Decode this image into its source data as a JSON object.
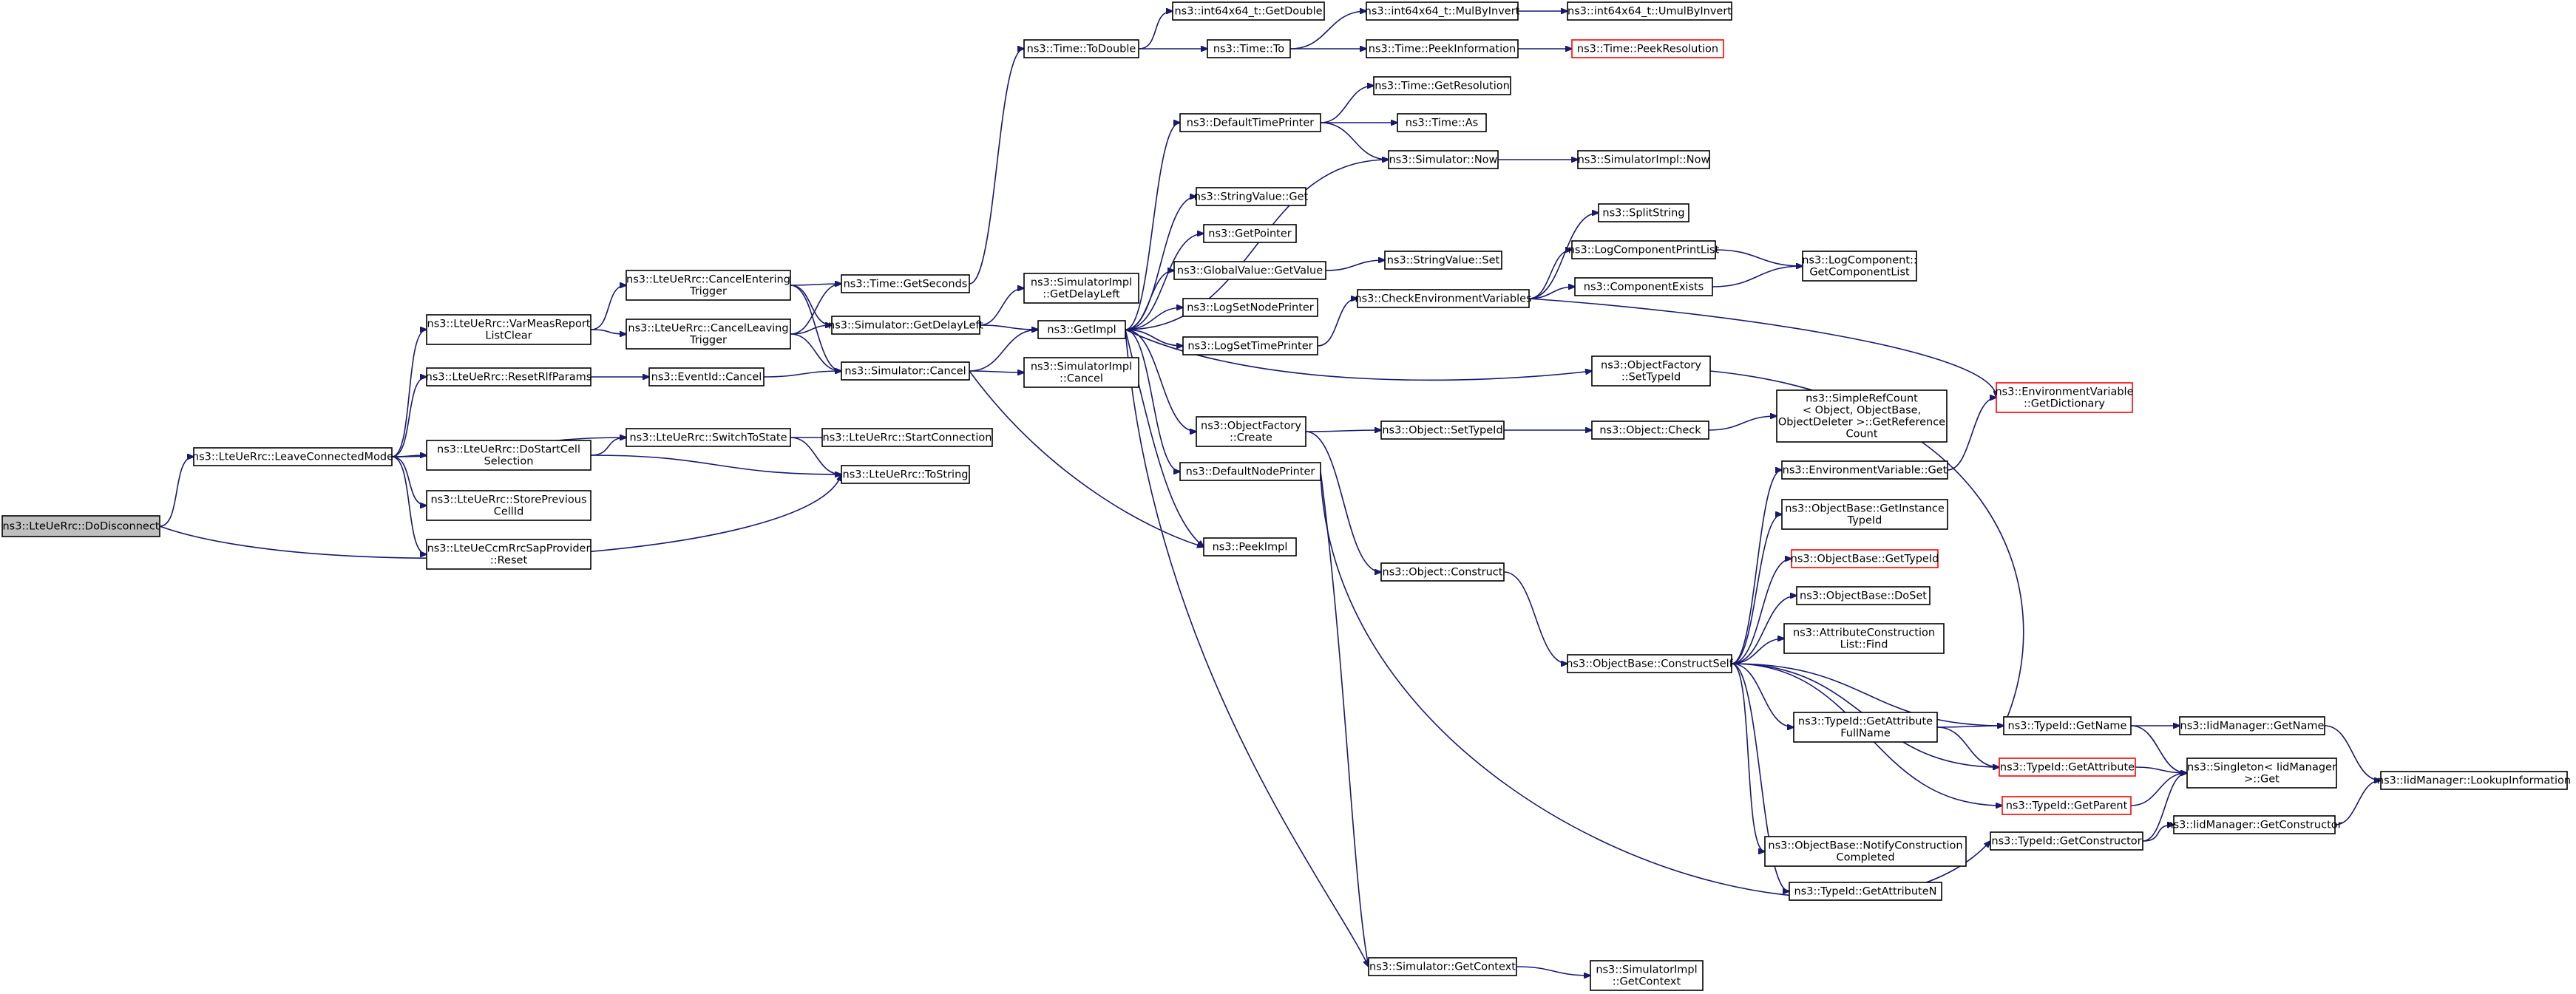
{
  "diagram": {
    "type": "call-graph",
    "colors": {
      "edge": "#191970",
      "truncated_border": "#ff0000",
      "root_fill": "#bfbfbf",
      "node_border": "#000000"
    },
    "nodes": [
      {
        "id": "n1",
        "lines": [
          "ns3::LteUeRrc::DoDisconnect"
        ],
        "root": true
      },
      {
        "id": "n2",
        "lines": [
          "ns3::LteUeRrc::LeaveConnectedMode"
        ]
      },
      {
        "id": "n3",
        "lines": [
          "ns3::LteUeRrc::VarMeasReport",
          "ListClear"
        ]
      },
      {
        "id": "n4",
        "lines": [
          "ns3::LteUeRrc::ResetRlfParams"
        ]
      },
      {
        "id": "n5",
        "lines": [
          "ns3::LteUeRrc::DoStartCell",
          "Selection"
        ]
      },
      {
        "id": "n6",
        "lines": [
          "ns3::LteUeRrc::StorePrevious",
          "CellId"
        ]
      },
      {
        "id": "n7",
        "lines": [
          "ns3::LteUeCcmRrcSapProvider",
          "::Reset"
        ]
      },
      {
        "id": "n8",
        "lines": [
          "ns3::LteUeRrc::CancelEntering",
          "Trigger"
        ]
      },
      {
        "id": "n9",
        "lines": [
          "ns3::LteUeRrc::CancelLeaving",
          "Trigger"
        ]
      },
      {
        "id": "n10",
        "lines": [
          "ns3::EventId::Cancel"
        ]
      },
      {
        "id": "n11",
        "lines": [
          "ns3::LteUeRrc::SwitchToState"
        ]
      },
      {
        "id": "n12",
        "lines": [
          "ns3::Time::GetSeconds"
        ]
      },
      {
        "id": "n13",
        "lines": [
          "ns3::Simulator::GetDelayLeft"
        ]
      },
      {
        "id": "n14",
        "lines": [
          "ns3::Simulator::Cancel"
        ]
      },
      {
        "id": "n15",
        "lines": [
          "ns3::LteUeRrc::StartConnection"
        ]
      },
      {
        "id": "n16",
        "lines": [
          "ns3::LteUeRrc::ToString"
        ]
      },
      {
        "id": "n17",
        "lines": [
          "ns3::Time::ToDouble"
        ]
      },
      {
        "id": "n18",
        "lines": [
          "ns3::SimulatorImpl",
          "::GetDelayLeft"
        ]
      },
      {
        "id": "n19",
        "lines": [
          "ns3::GetImpl"
        ]
      },
      {
        "id": "n20",
        "lines": [
          "ns3::SimulatorImpl",
          "::Cancel"
        ]
      },
      {
        "id": "n21",
        "lines": [
          "ns3::int64x64_t::GetDouble"
        ]
      },
      {
        "id": "n22",
        "lines": [
          "ns3::Time::To"
        ]
      },
      {
        "id": "n23",
        "lines": [
          "ns3::DefaultTimePrinter"
        ]
      },
      {
        "id": "n24",
        "lines": [
          "ns3::StringValue::Get"
        ]
      },
      {
        "id": "n25",
        "lines": [
          "ns3::GetPointer"
        ]
      },
      {
        "id": "n26",
        "lines": [
          "ns3::GlobalValue::GetValue"
        ]
      },
      {
        "id": "n27",
        "lines": [
          "ns3::LogSetNodePrinter"
        ]
      },
      {
        "id": "n28",
        "lines": [
          "ns3::LogSetTimePrinter"
        ]
      },
      {
        "id": "n29",
        "lines": [
          "ns3::ObjectFactory",
          "::Create"
        ]
      },
      {
        "id": "n30",
        "lines": [
          "ns3::DefaultNodePrinter"
        ]
      },
      {
        "id": "n31",
        "lines": [
          "ns3::PeekImpl"
        ]
      },
      {
        "id": "n32",
        "lines": [
          "ns3::int64x64_t::MulByInvert"
        ]
      },
      {
        "id": "n33",
        "lines": [
          "ns3::int64x64_t::UmulByInvert"
        ]
      },
      {
        "id": "n34",
        "lines": [
          "ns3::Time::PeekInformation"
        ]
      },
      {
        "id": "n35",
        "lines": [
          "ns3::Time::PeekResolution"
        ],
        "truncated": true
      },
      {
        "id": "n36",
        "lines": [
          "ns3::Time::GetResolution"
        ]
      },
      {
        "id": "n37",
        "lines": [
          "ns3::Time::As"
        ]
      },
      {
        "id": "n38",
        "lines": [
          "ns3::Simulator::Now"
        ]
      },
      {
        "id": "n39",
        "lines": [
          "ns3::SimulatorImpl::Now"
        ]
      },
      {
        "id": "n40",
        "lines": [
          "ns3::StringValue::Set"
        ]
      },
      {
        "id": "n41",
        "lines": [
          "ns3::CheckEnvironmentVariables"
        ]
      },
      {
        "id": "n42",
        "lines": [
          "ns3::SplitString"
        ]
      },
      {
        "id": "n43",
        "lines": [
          "ns3::LogComponentPrintList"
        ]
      },
      {
        "id": "n44",
        "lines": [
          "ns3::ComponentExists"
        ]
      },
      {
        "id": "n45",
        "lines": [
          "ns3::LogComponent::",
          "GetComponentList"
        ]
      },
      {
        "id": "n46",
        "lines": [
          "ns3::ObjectFactory",
          "::SetTypeId"
        ]
      },
      {
        "id": "n47",
        "lines": [
          "ns3::EnvironmentVariable",
          "::GetDictionary"
        ],
        "truncated": true
      },
      {
        "id": "n48",
        "lines": [
          "ns3::Object::SetTypeId"
        ]
      },
      {
        "id": "n49",
        "lines": [
          "ns3::Object::Check"
        ]
      },
      {
        "id": "n50",
        "lines": [
          "ns3::SimpleRefCount",
          "< Object, ObjectBase,",
          "ObjectDeleter >::GetReference",
          "Count"
        ]
      },
      {
        "id": "n51",
        "lines": [
          "ns3::Object::Construct"
        ]
      },
      {
        "id": "n52",
        "lines": [
          "ns3::ObjectBase::ConstructSelf"
        ]
      },
      {
        "id": "n53",
        "lines": [
          "ns3::EnvironmentVariable::Get"
        ]
      },
      {
        "id": "n54",
        "lines": [
          "ns3::ObjectBase::GetInstance",
          "TypeId"
        ]
      },
      {
        "id": "n55",
        "lines": [
          "ns3::ObjectBase::GetTypeId"
        ],
        "truncated": true
      },
      {
        "id": "n56",
        "lines": [
          "ns3::ObjectBase::DoSet"
        ]
      },
      {
        "id": "n57",
        "lines": [
          "ns3::AttributeConstruction",
          "List::Find"
        ]
      },
      {
        "id": "n58",
        "lines": [
          "ns3::TypeId::GetAttribute",
          "FullName"
        ]
      },
      {
        "id": "n59",
        "lines": [
          "ns3::TypeId::GetName"
        ]
      },
      {
        "id": "n60",
        "lines": [
          "ns3::TypeId::GetAttribute"
        ],
        "truncated": true
      },
      {
        "id": "n61",
        "lines": [
          "ns3::TypeId::GetParent"
        ],
        "truncated": true
      },
      {
        "id": "n62",
        "lines": [
          "ns3::TypeId::GetConstructor"
        ]
      },
      {
        "id": "n63",
        "lines": [
          "ns3::ObjectBase::NotifyConstruction",
          "Completed"
        ]
      },
      {
        "id": "n64",
        "lines": [
          "ns3::TypeId::GetAttributeN"
        ]
      },
      {
        "id": "n65",
        "lines": [
          "ns3::IidManager::GetName"
        ]
      },
      {
        "id": "n66",
        "lines": [
          "ns3::Singleton< IidManager",
          ">::Get"
        ]
      },
      {
        "id": "n67",
        "lines": [
          "ns3::IidManager::GetConstructor"
        ]
      },
      {
        "id": "n68",
        "lines": [
          "ns3::IidManager::LookupInformation"
        ]
      },
      {
        "id": "n69",
        "lines": [
          "ns3::Simulator::GetContext"
        ]
      },
      {
        "id": "n70",
        "lines": [
          "ns3::SimulatorImpl",
          "::GetContext"
        ]
      }
    ],
    "edges": [
      [
        "n1",
        "n2"
      ],
      [
        "n1",
        "n16"
      ],
      [
        "n2",
        "n3"
      ],
      [
        "n2",
        "n4"
      ],
      [
        "n2",
        "n5"
      ],
      [
        "n2",
        "n6"
      ],
      [
        "n2",
        "n7"
      ],
      [
        "n2",
        "n11"
      ],
      [
        "n3",
        "n8"
      ],
      [
        "n3",
        "n9"
      ],
      [
        "n4",
        "n10"
      ],
      [
        "n5",
        "n11"
      ],
      [
        "n5",
        "n16"
      ],
      [
        "n8",
        "n12"
      ],
      [
        "n8",
        "n13"
      ],
      [
        "n8",
        "n14"
      ],
      [
        "n9",
        "n12"
      ],
      [
        "n9",
        "n13"
      ],
      [
        "n9",
        "n14"
      ],
      [
        "n10",
        "n14"
      ],
      [
        "n11",
        "n16"
      ],
      [
        "n15",
        "n11"
      ],
      [
        "n12",
        "n17"
      ],
      [
        "n13",
        "n18"
      ],
      [
        "n13",
        "n19"
      ],
      [
        "n14",
        "n19"
      ],
      [
        "n14",
        "n20"
      ],
      [
        "n14",
        "n31"
      ],
      [
        "n17",
        "n21"
      ],
      [
        "n17",
        "n22"
      ],
      [
        "n22",
        "n32"
      ],
      [
        "n22",
        "n34"
      ],
      [
        "n32",
        "n33"
      ],
      [
        "n34",
        "n35"
      ],
      [
        "n19",
        "n23"
      ],
      [
        "n19",
        "n38"
      ],
      [
        "n19",
        "n24"
      ],
      [
        "n19",
        "n25"
      ],
      [
        "n19",
        "n26"
      ],
      [
        "n19",
        "n27"
      ],
      [
        "n19",
        "n28"
      ],
      [
        "n19",
        "n46"
      ],
      [
        "n19",
        "n29"
      ],
      [
        "n19",
        "n30"
      ],
      [
        "n19",
        "n31"
      ],
      [
        "n19",
        "n69"
      ],
      [
        "n23",
        "n36"
      ],
      [
        "n23",
        "n37"
      ],
      [
        "n23",
        "n38"
      ],
      [
        "n38",
        "n39"
      ],
      [
        "n26",
        "n40"
      ],
      [
        "n28",
        "n41"
      ],
      [
        "n41",
        "n42"
      ],
      [
        "n41",
        "n43"
      ],
      [
        "n41",
        "n44"
      ],
      [
        "n41",
        "n47"
      ],
      [
        "n43",
        "n45"
      ],
      [
        "n44",
        "n45"
      ],
      [
        "n46",
        "n59"
      ],
      [
        "n29",
        "n48"
      ],
      [
        "n29",
        "n51"
      ],
      [
        "n48",
        "n49"
      ],
      [
        "n49",
        "n50"
      ],
      [
        "n51",
        "n52"
      ],
      [
        "n30",
        "n69"
      ],
      [
        "n30",
        "n62"
      ],
      [
        "n52",
        "n53"
      ],
      [
        "n52",
        "n54"
      ],
      [
        "n52",
        "n55"
      ],
      [
        "n52",
        "n56"
      ],
      [
        "n52",
        "n57"
      ],
      [
        "n52",
        "n58"
      ],
      [
        "n52",
        "n59"
      ],
      [
        "n52",
        "n60"
      ],
      [
        "n52",
        "n61"
      ],
      [
        "n52",
        "n63"
      ],
      [
        "n52",
        "n64"
      ],
      [
        "n53",
        "n47"
      ],
      [
        "n58",
        "n59"
      ],
      [
        "n58",
        "n60"
      ],
      [
        "n59",
        "n65"
      ],
      [
        "n59",
        "n66"
      ],
      [
        "n60",
        "n66"
      ],
      [
        "n61",
        "n66"
      ],
      [
        "n62",
        "n66"
      ],
      [
        "n62",
        "n67"
      ],
      [
        "n65",
        "n68"
      ],
      [
        "n67",
        "n68"
      ],
      [
        "n69",
        "n70"
      ]
    ]
  }
}
